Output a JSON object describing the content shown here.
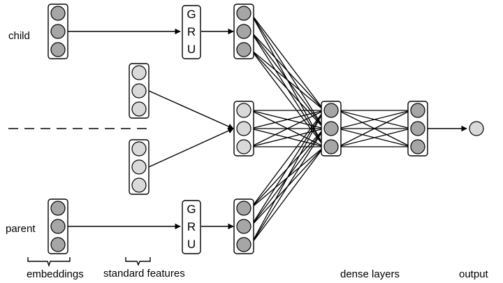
{
  "labels": {
    "child": "child",
    "parent": "parent",
    "embeddings": "embeddings",
    "standard_features": "standard features",
    "dense_layers": "dense layers",
    "output": "output"
  },
  "gru_letters": [
    "G",
    "R",
    "U"
  ],
  "colors": {
    "dark_node": "#a6a6a6",
    "light_node": "#d9d9d9",
    "stroke": "#000000"
  }
}
